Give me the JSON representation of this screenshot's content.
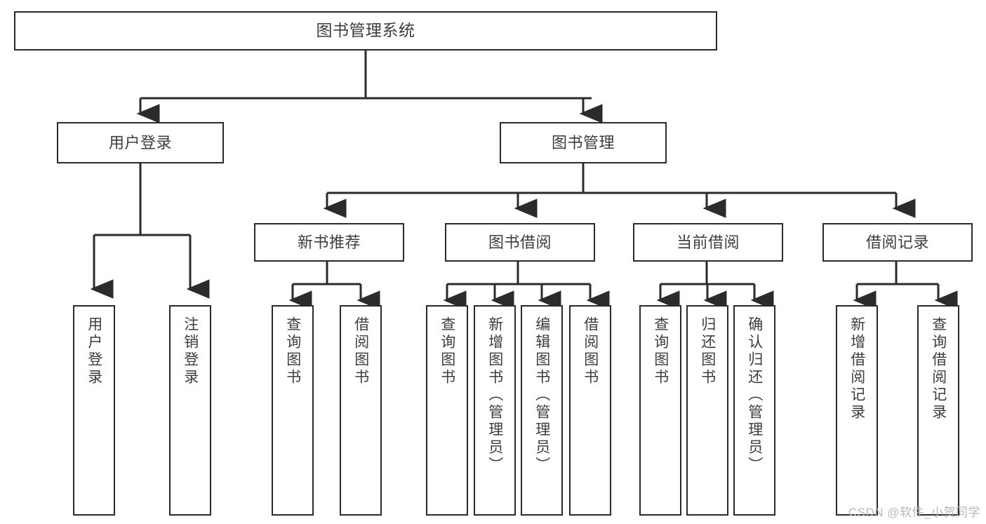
{
  "diagram": {
    "title": "图书管理系统",
    "stroke_color": "#2b2b2b",
    "text_color": "#3d3d3d",
    "background_color": "#ffffff"
  },
  "nodes": {
    "root": {
      "label": "图书管理系统"
    },
    "level2": [
      {
        "label": "用户登录"
      },
      {
        "label": "图书管理"
      }
    ],
    "level3": [
      {
        "label": "新书推荐"
      },
      {
        "label": "图书借阅"
      },
      {
        "label": "当前借阅"
      },
      {
        "label": "借阅记录"
      }
    ],
    "leaves": [
      {
        "label": "用户登录"
      },
      {
        "label": "注销登录"
      },
      {
        "label": "查询图书"
      },
      {
        "label": "借阅图书"
      },
      {
        "label": "查询图书"
      },
      {
        "label": "新增图书（管理员）"
      },
      {
        "label": "编辑图书（管理员）"
      },
      {
        "label": "借阅图书"
      },
      {
        "label": "查询图书"
      },
      {
        "label": "归还图书"
      },
      {
        "label": "确认归还（管理员）"
      },
      {
        "label": "新增借阅记录"
      },
      {
        "label": "查询借阅记录"
      }
    ]
  },
  "watermark": {
    "text": "CSDN @软件_小贺同学"
  }
}
